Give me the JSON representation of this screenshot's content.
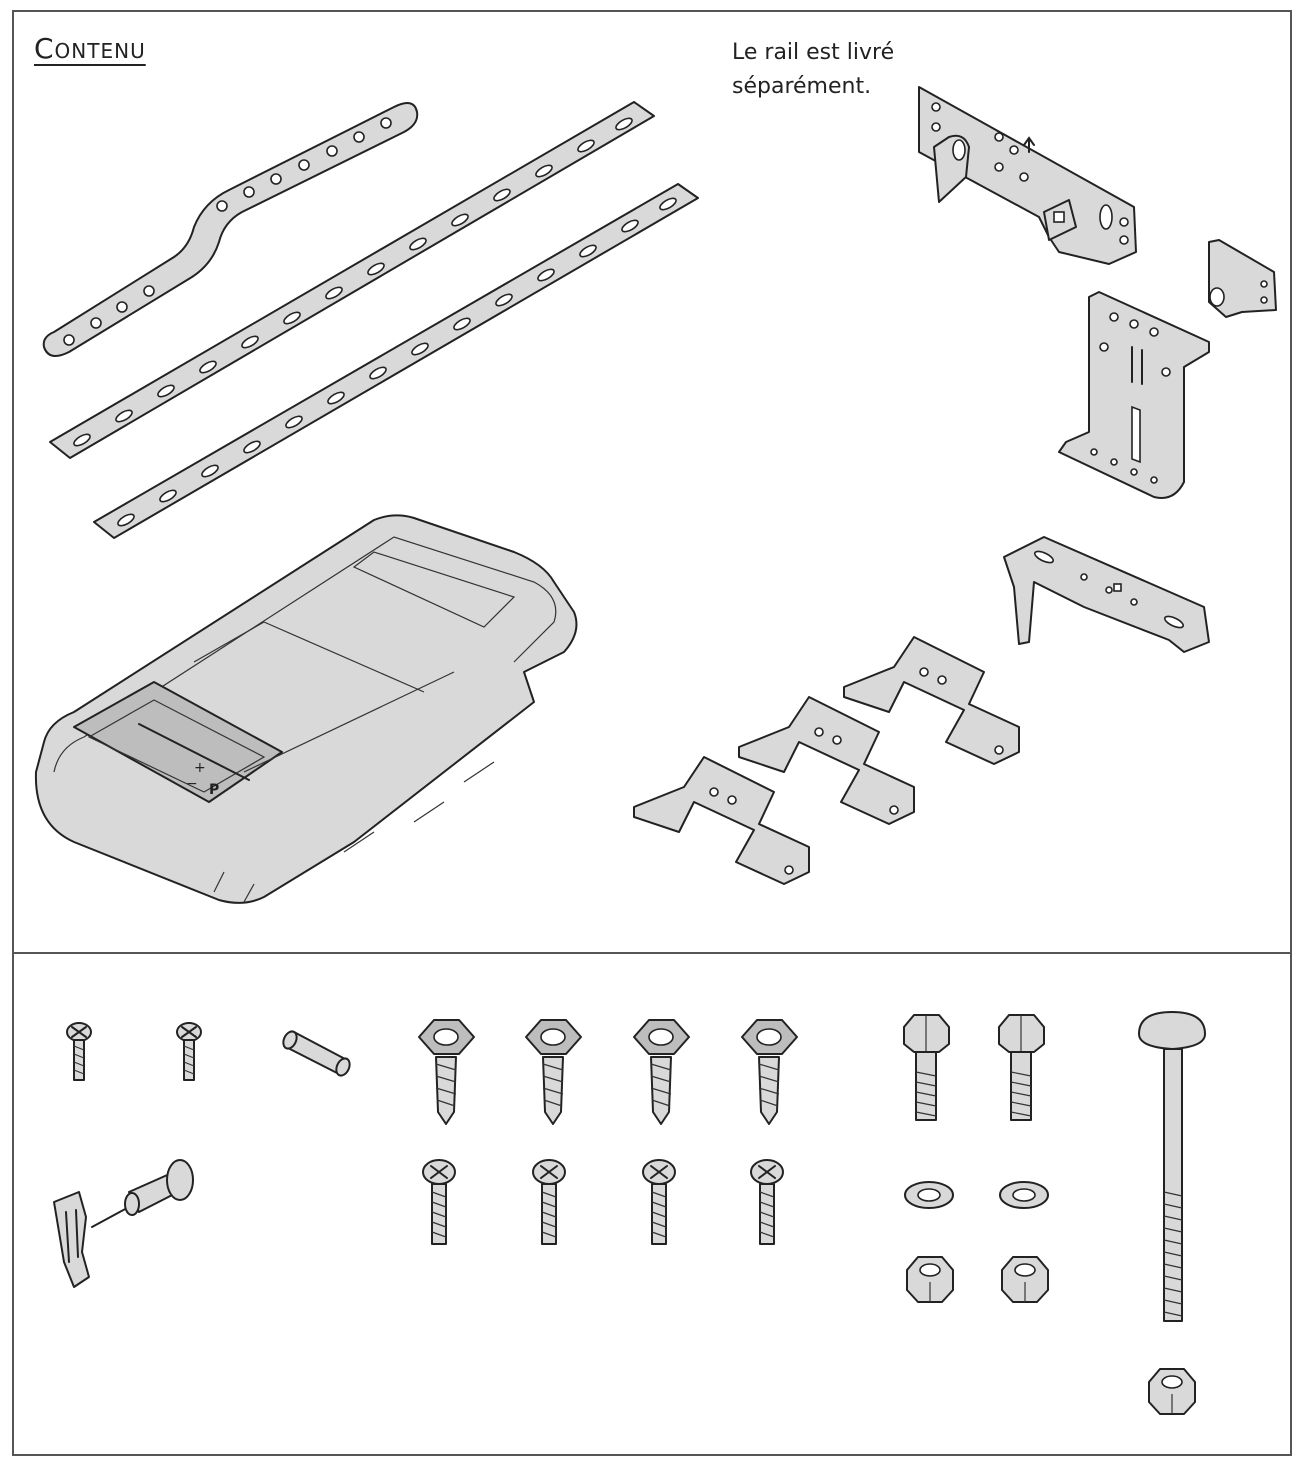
{
  "heading": "Contenu",
  "note": {
    "line1": "Le rail est livré",
    "line2": "séparément."
  },
  "colors": {
    "part_fill": "#d9d9d9",
    "outline": "#222222",
    "frame": "#555555"
  },
  "icons": [
    "curved-strap-icon",
    "straight-strap-icon",
    "straight-strap-icon",
    "opener-unit-icon",
    "door-bracket-icon",
    "small-angle-bracket-icon",
    "header-bracket-icon",
    "rail-bracket-icon",
    "u-bracket-icon",
    "u-bracket-icon",
    "u-bracket-icon",
    "small-screw-icon",
    "small-screw-icon",
    "pin-icon",
    "clip-and-bushing-icon",
    "hex-lag-screw-icon",
    "phillips-screw-icon",
    "hex-bolt-icon",
    "washer-icon",
    "lock-nut-icon",
    "carriage-bolt-icon"
  ]
}
